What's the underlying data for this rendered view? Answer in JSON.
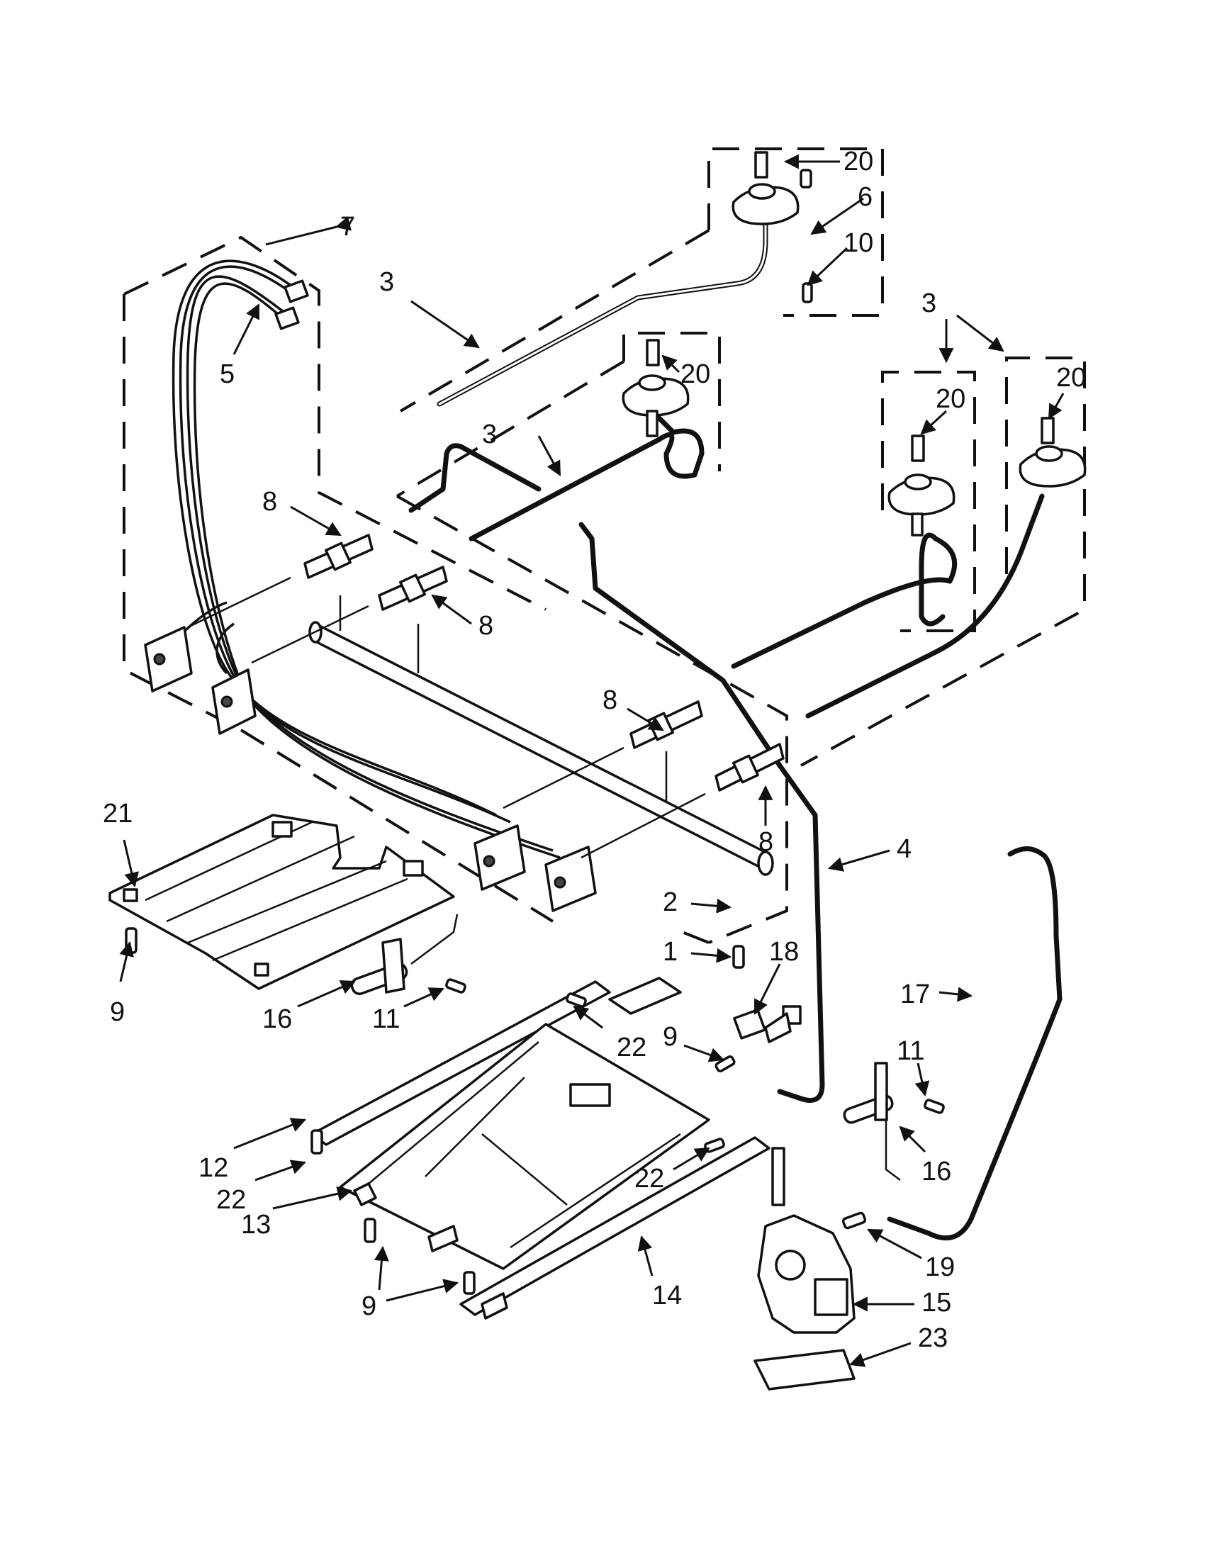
{
  "callouts": [
    {
      "id": "c1",
      "label": "1"
    },
    {
      "id": "c2",
      "label": "2"
    },
    {
      "id": "c3a",
      "label": "3"
    },
    {
      "id": "c3b",
      "label": "3"
    },
    {
      "id": "c3c",
      "label": "3"
    },
    {
      "id": "c4",
      "label": "4"
    },
    {
      "id": "c5",
      "label": "5"
    },
    {
      "id": "c6",
      "label": "6"
    },
    {
      "id": "c7",
      "label": "7"
    },
    {
      "id": "c8a",
      "label": "8"
    },
    {
      "id": "c8b",
      "label": "8"
    },
    {
      "id": "c8c",
      "label": "8"
    },
    {
      "id": "c8d",
      "label": "8"
    },
    {
      "id": "c9a",
      "label": "9"
    },
    {
      "id": "c9b",
      "label": "9"
    },
    {
      "id": "c9c",
      "label": "9"
    },
    {
      "id": "c10",
      "label": "10"
    },
    {
      "id": "c11a",
      "label": "11"
    },
    {
      "id": "c11b",
      "label": "11"
    },
    {
      "id": "c12",
      "label": "12"
    },
    {
      "id": "c13",
      "label": "13"
    },
    {
      "id": "c14",
      "label": "14"
    },
    {
      "id": "c15",
      "label": "15"
    },
    {
      "id": "c16a",
      "label": "16"
    },
    {
      "id": "c16b",
      "label": "16"
    },
    {
      "id": "c17",
      "label": "17"
    },
    {
      "id": "c18",
      "label": "18"
    },
    {
      "id": "c19",
      "label": "19"
    },
    {
      "id": "c20a",
      "label": "20"
    },
    {
      "id": "c20b",
      "label": "20"
    },
    {
      "id": "c20c",
      "label": "20"
    },
    {
      "id": "c20d",
      "label": "20"
    },
    {
      "id": "c21",
      "label": "21"
    },
    {
      "id": "c22a",
      "label": "22"
    },
    {
      "id": "c22b",
      "label": "22"
    },
    {
      "id": "c22c",
      "label": "22"
    },
    {
      "id": "c23",
      "label": "23"
    }
  ]
}
